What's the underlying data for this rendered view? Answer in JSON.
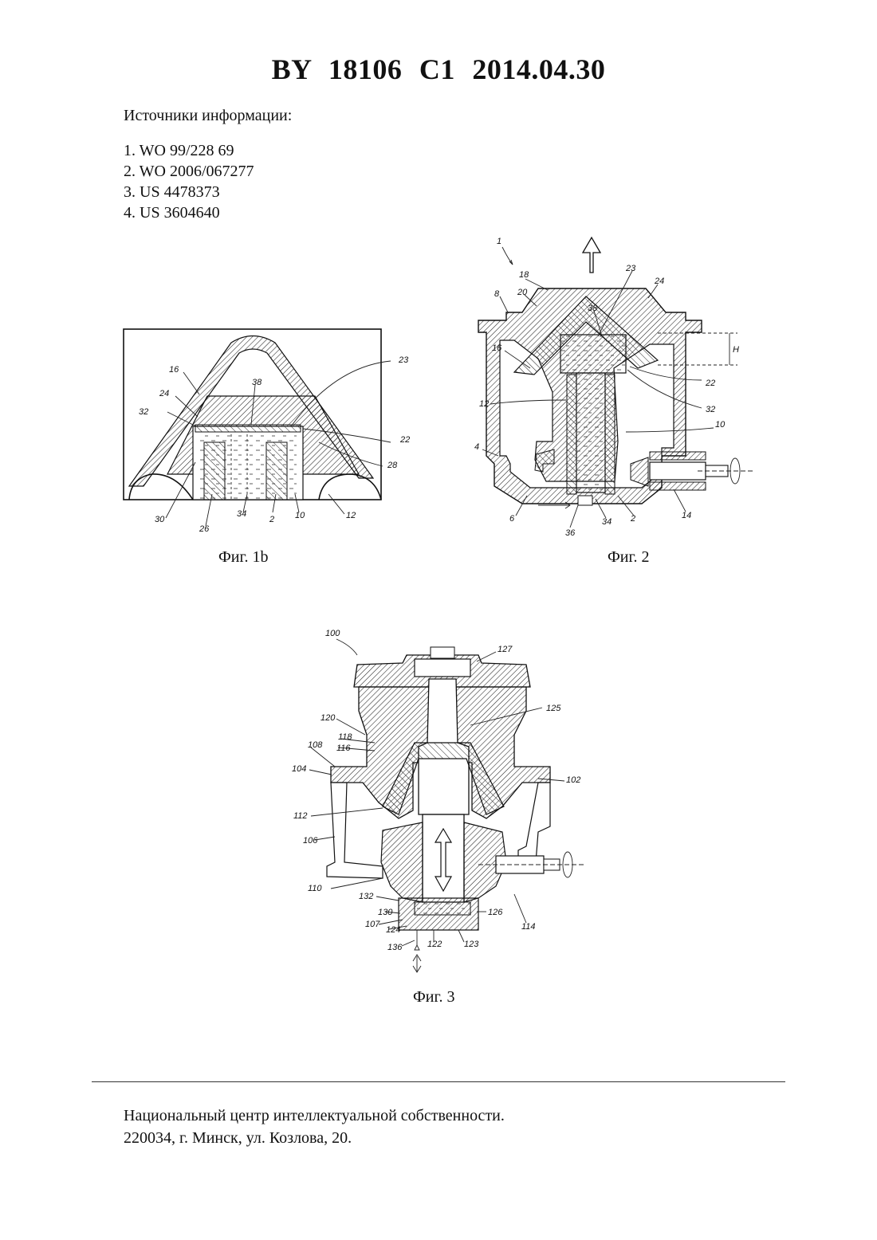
{
  "header": {
    "title": "BY  18106  C1  2014.04.30"
  },
  "sources": {
    "heading": "Источники информации:",
    "items": [
      "1. WO 99/228 69",
      "2. WO 2006/067277",
      "3. US 4478373",
      "4. US 3604640"
    ]
  },
  "figures": {
    "fig1b": {
      "caption": "Фиг. 1b",
      "labels": {
        "l16": "16",
        "l24": "24",
        "l32": "32",
        "l38": "38",
        "l23": "23",
        "l22": "22",
        "l28": "28",
        "l30": "30",
        "l26": "26",
        "l34": "34",
        "l2": "2",
        "l10": "10",
        "l12": "12"
      }
    },
    "fig2": {
      "caption": "Фиг. 2",
      "labels": {
        "l1": "1",
        "l18": "18",
        "l23": "23",
        "l24": "24",
        "l8": "8",
        "l20": "20",
        "l38": "38",
        "lH": "H",
        "l16": "16",
        "l22": "22",
        "l32": "32",
        "l12": "12",
        "l10": "10",
        "l4": "4",
        "l6": "6",
        "l36": "36",
        "l34": "34",
        "l2": "2",
        "l14": "14"
      }
    },
    "fig3": {
      "caption": "Фиг. 3",
      "labels": {
        "l100": "100",
        "l127": "127",
        "l125": "125",
        "l120": "120",
        "l118": "118",
        "l116": "116",
        "l108": "108",
        "l104": "104",
        "l102": "102",
        "l112": "112",
        "l106": "106",
        "l110": "110",
        "l132": "132",
        "l130": "130",
        "l107": "107",
        "l124": "124",
        "l136": "136",
        "l122": "122",
        "l123": "123",
        "l126": "126",
        "l114": "114"
      }
    }
  },
  "footer": {
    "line1": "Национальный центр интеллектуальной собственности.",
    "line2": "220034, г. Минск, ул. Козлова, 20."
  }
}
